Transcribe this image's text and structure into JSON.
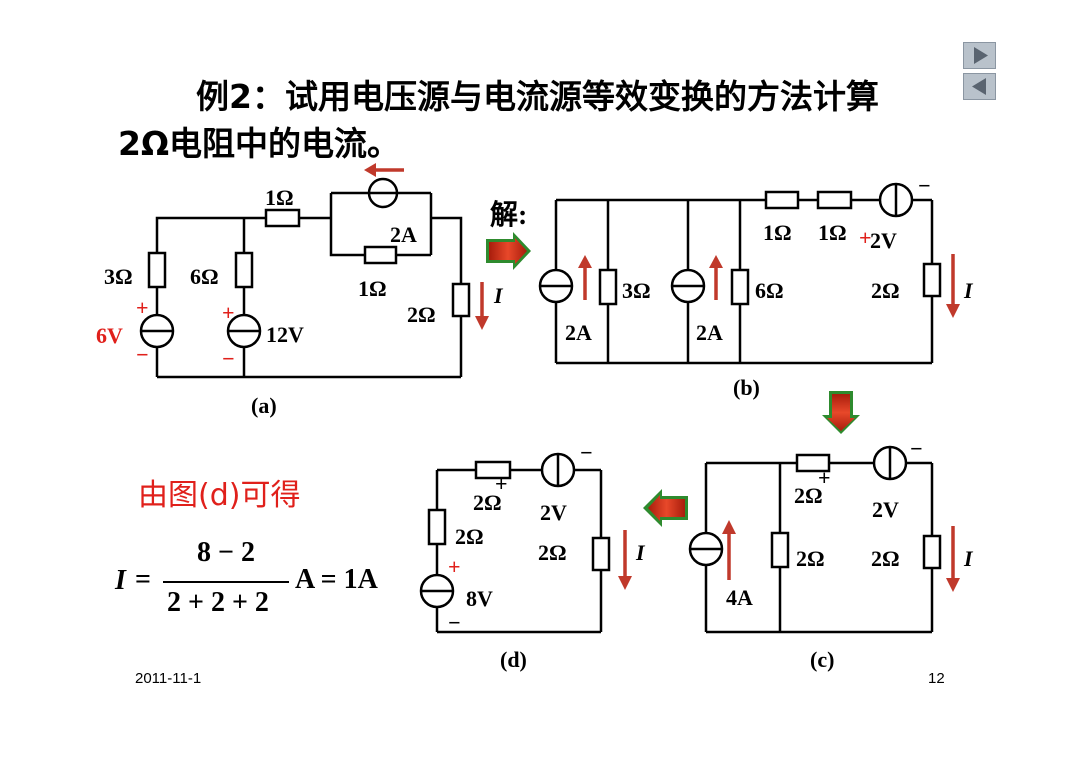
{
  "slide": {
    "title_line1": "例2：试用电压源与电流源等效变换的方法计算",
    "title_line2": "2Ω电阻中的电流。",
    "solution_label": "解:",
    "note_d": "由图(d)可得",
    "date": "2011-11-1",
    "page_number": "12"
  },
  "formula": {
    "lhs": "I",
    "numerator": "8 − 2",
    "denominator": "2 + 2 + 2",
    "result": "A = 1A"
  },
  "colors": {
    "arrow_red": "#c0392b",
    "label_red": "#e0201b",
    "flow_arrow_green": "#2e8b2e",
    "flow_arrow_fill": "#cc2a14",
    "nav_button": "#b9c2cb"
  },
  "nav": {
    "next_icon": "triangle-right-icon",
    "prev_icon": "triangle-left-icon"
  },
  "circuit_a": {
    "caption": "(a)",
    "r_top": "1Ω",
    "cs_value": "2A",
    "r_parallel": "1Ω",
    "r_left": "3Ω",
    "r_mid": "6Ω",
    "r_load": "2Ω",
    "vs_left": "6V",
    "vs_mid": "12V",
    "current": "I",
    "plus": "+",
    "minus": "−"
  },
  "circuit_b": {
    "caption": "(b)",
    "cs1": "2A",
    "r1": "3Ω",
    "cs2": "2A",
    "r2": "6Ω",
    "r_top1": "1Ω",
    "r_top2": "1Ω",
    "vs": "2V",
    "r_load": "2Ω",
    "current": "I",
    "plus": "+",
    "minus": "−"
  },
  "circuit_c": {
    "caption": "(c)",
    "cs": "4A",
    "r_shunt": "2Ω",
    "r_top": "2Ω",
    "vs": "2V",
    "r_load": "2Ω",
    "current": "I",
    "plus": "+",
    "minus": "−"
  },
  "circuit_d": {
    "caption": "(d)",
    "r_top": "2Ω",
    "vs_top": "2V",
    "r_left": "2Ω",
    "vs_left": "8V",
    "r_load": "2Ω",
    "current": "I",
    "plus": "+",
    "minus": "−"
  }
}
